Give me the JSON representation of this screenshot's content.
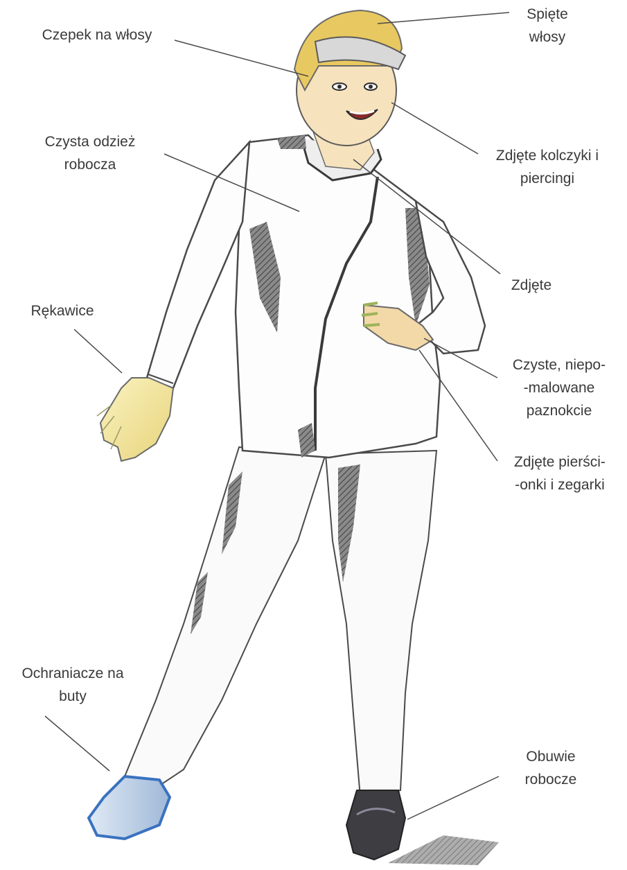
{
  "labels": {
    "hair_tied": [
      "Spięte",
      "włosy"
    ],
    "hairnet": [
      "Czepek na włosy"
    ],
    "earrings": [
      "Zdjęte kolczyki i",
      "piercingi"
    ],
    "workwear": [
      "Czysta odzież",
      "robocza"
    ],
    "removed": [
      "Zdjęte"
    ],
    "gloves": [
      "Rękawice"
    ],
    "nails": [
      "Czyste, niepo-",
      "-malowane",
      "paznokcie"
    ],
    "rings": [
      "Zdjęte pierści-",
      "-onki i zegarki"
    ],
    "shoe_covers": [
      "Ochraniacze na",
      "buty"
    ],
    "work_shoes": [
      "Obuwie",
      "robocze"
    ]
  },
  "colors": {
    "line": "#4a4a4a",
    "text": "#3a3a3a",
    "hair": "#e8c860",
    "skin": "#f3d9a8",
    "shadow": "#6e6e6e",
    "cover": "#3a72c0",
    "shoe": "#3d3d42",
    "cap": "#d8d8d8"
  }
}
